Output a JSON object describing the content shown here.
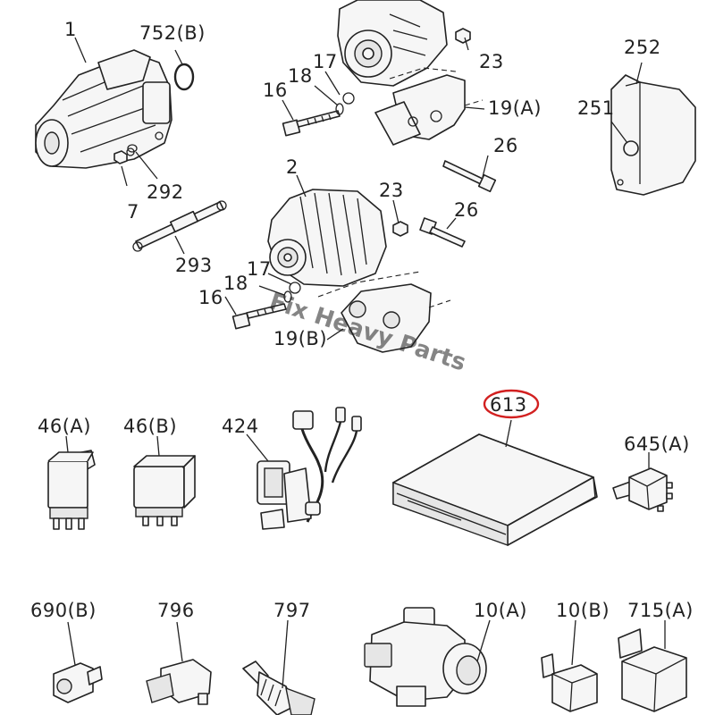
{
  "watermark": "Fix Heavy Parts",
  "highlight_color": "#d22020",
  "callouts": [
    {
      "id": "1",
      "text": "1"
    },
    {
      "id": "752b",
      "text": "752(B)"
    },
    {
      "id": "17a",
      "text": "17"
    },
    {
      "id": "18a",
      "text": "18"
    },
    {
      "id": "16a",
      "text": "16"
    },
    {
      "id": "23a",
      "text": "23"
    },
    {
      "id": "19a",
      "text": "19(A)"
    },
    {
      "id": "26a",
      "text": "26"
    },
    {
      "id": "252",
      "text": "252"
    },
    {
      "id": "251",
      "text": "251"
    },
    {
      "id": "292",
      "text": "292"
    },
    {
      "id": "7",
      "text": "7"
    },
    {
      "id": "293",
      "text": "293"
    },
    {
      "id": "2",
      "text": "2"
    },
    {
      "id": "23b",
      "text": "23"
    },
    {
      "id": "26b",
      "text": "26"
    },
    {
      "id": "17b",
      "text": "17"
    },
    {
      "id": "18b",
      "text": "18"
    },
    {
      "id": "16b",
      "text": "16"
    },
    {
      "id": "19b",
      "text": "19(B)"
    },
    {
      "id": "46a",
      "text": "46(A)"
    },
    {
      "id": "46b",
      "text": "46(B)"
    },
    {
      "id": "424",
      "text": "424"
    },
    {
      "id": "613",
      "text": "613"
    },
    {
      "id": "645a",
      "text": "645(A)"
    },
    {
      "id": "690b",
      "text": "690(B)"
    },
    {
      "id": "796",
      "text": "796"
    },
    {
      "id": "797",
      "text": "797"
    },
    {
      "id": "10a",
      "text": "10(A)"
    },
    {
      "id": "10b",
      "text": "10(B)"
    },
    {
      "id": "715a",
      "text": "715(A)"
    }
  ]
}
